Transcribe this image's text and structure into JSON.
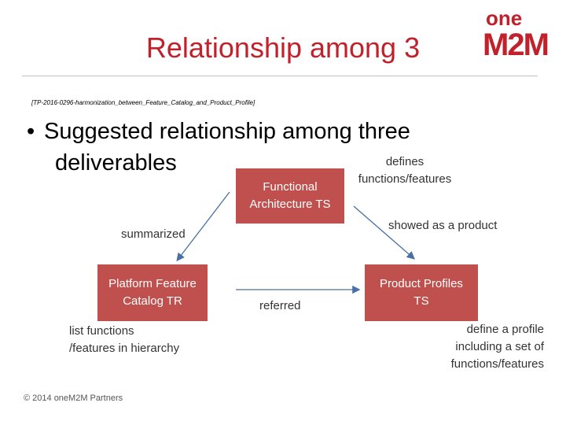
{
  "slide": {
    "title": "Relationship among 3",
    "reference": "[TP-2016-0296-harmonization_between_Feature_Catalog_and_Product_Profile]",
    "bullet_line1": "Suggested relationship among three",
    "bullet_line2": "deliverables",
    "copyright": "© 2014 oneM2M Partners"
  },
  "logo": {
    "text_top": "one",
    "text_bottom": "M2M"
  },
  "diagram": {
    "nodes": {
      "functional_architecture": "Functional\nArchitecture TS",
      "platform_feature_catalog": "Platform Feature\nCatalog TR",
      "product_profiles": "Product Profiles\nTS"
    },
    "labels": {
      "defines": "defines\nfunctions/features",
      "showed": "showed as a product",
      "summarized": "summarized",
      "referred": "referred",
      "list_functions": "list functions\n/features in hierarchy",
      "define_profile": "define a profile\nincluding a set of\nfunctions/features"
    }
  },
  "colors": {
    "title": "#c0212b",
    "box_fill": "#c0504d",
    "arrow": "#4a6fa5",
    "logo": "#c0212b"
  }
}
